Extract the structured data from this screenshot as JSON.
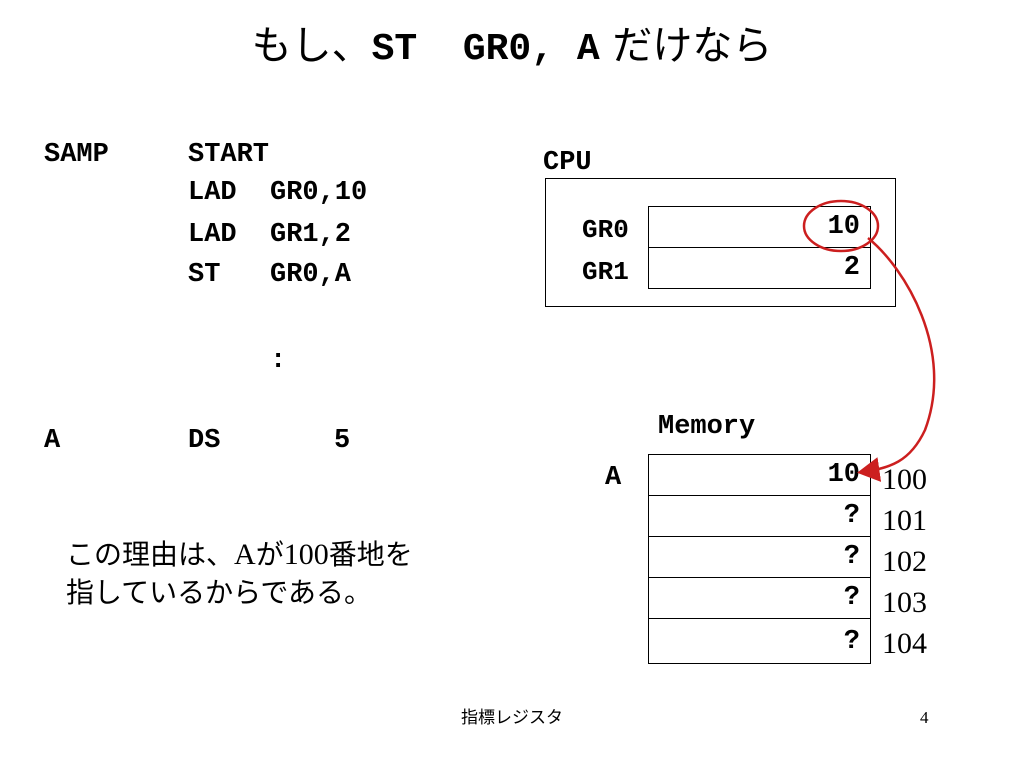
{
  "title": {
    "prefix": "もし、",
    "code": "ST  GR0, A",
    "suffix": " だけなら"
  },
  "program": {
    "lines": [
      {
        "label": "SAMP",
        "op": "START",
        "operand": ""
      },
      {
        "label": "",
        "op": "LAD",
        "operand": "GR0,10"
      },
      {
        "label": "",
        "op": "LAD",
        "operand": "GR1,2"
      },
      {
        "label": "",
        "op": "ST",
        "operand": "GR0,A"
      },
      {
        "label": "",
        "op": "",
        "operand": ":"
      },
      {
        "label": "A",
        "op": "DS",
        "operand": "5"
      }
    ]
  },
  "cpu": {
    "title": "CPU",
    "registers": [
      {
        "name": "GR0",
        "value": "10"
      },
      {
        "name": "GR1",
        "value": "2"
      }
    ]
  },
  "memory": {
    "title": "Memory",
    "label": "A",
    "cells": [
      {
        "value": "10",
        "address": "100"
      },
      {
        "value": "?",
        "address": "101"
      },
      {
        "value": "?",
        "address": "102"
      },
      {
        "value": "?",
        "address": "103"
      },
      {
        "value": "?",
        "address": "104"
      }
    ]
  },
  "explanation": {
    "line1_pre": "この理由は、",
    "line1_a": "A",
    "line1_mid": "が",
    "line1_num": "100",
    "line1_post": "番地を",
    "line2": "指しているからである。"
  },
  "footer": {
    "text": "指標レジスタ",
    "page": "4"
  },
  "colors": {
    "arrow": "#cc1f1f"
  }
}
